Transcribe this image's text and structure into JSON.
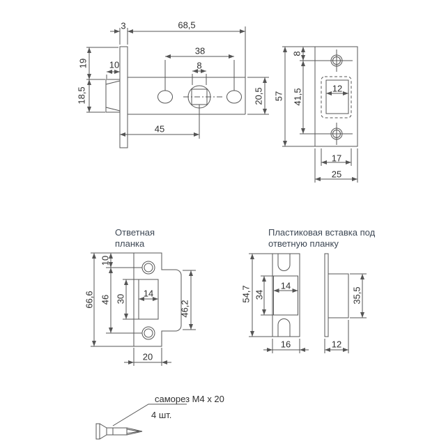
{
  "page": {
    "background": "#ffffff",
    "line_color": "#555555",
    "dim_text_color": "#2f2f2f",
    "title_text_color": "#3d4754"
  },
  "latch_view": {
    "dims": {
      "plate_thickness": "3",
      "total_length": "68,5",
      "hole_spacing": "38",
      "spindle_square": "8",
      "bolt_protrusion": "10",
      "flange_offset": "19",
      "bolt_height": "18,5",
      "body_height": "20,5",
      "backset": "45"
    }
  },
  "faceplate_view": {
    "dims": {
      "hole_offset": "8",
      "total_height": "57",
      "hole_spacing": "41,5",
      "cutout_width": "12",
      "cutout_outer_width": "17",
      "plate_width": "25"
    }
  },
  "strike_view": {
    "title_line1": "Ответная",
    "title_line2": "планка",
    "dims": {
      "total_height": "66,6",
      "hole_offset": "10",
      "hole_spacing": "46",
      "cutout_height": "30",
      "cutout_width": "14",
      "tab_height": "46,2",
      "plate_width": "20"
    }
  },
  "insert_view": {
    "title_line1": "Пластиковая вставка под",
    "title_line2": "ответную планку",
    "dims": {
      "total_height": "54,7",
      "cutout_height": "34",
      "cutout_width": "14",
      "width": "16",
      "body_height": "35,5",
      "depth": "12"
    }
  },
  "screw": {
    "label": "саморез М4 х 20",
    "quantity": "4 шт."
  }
}
